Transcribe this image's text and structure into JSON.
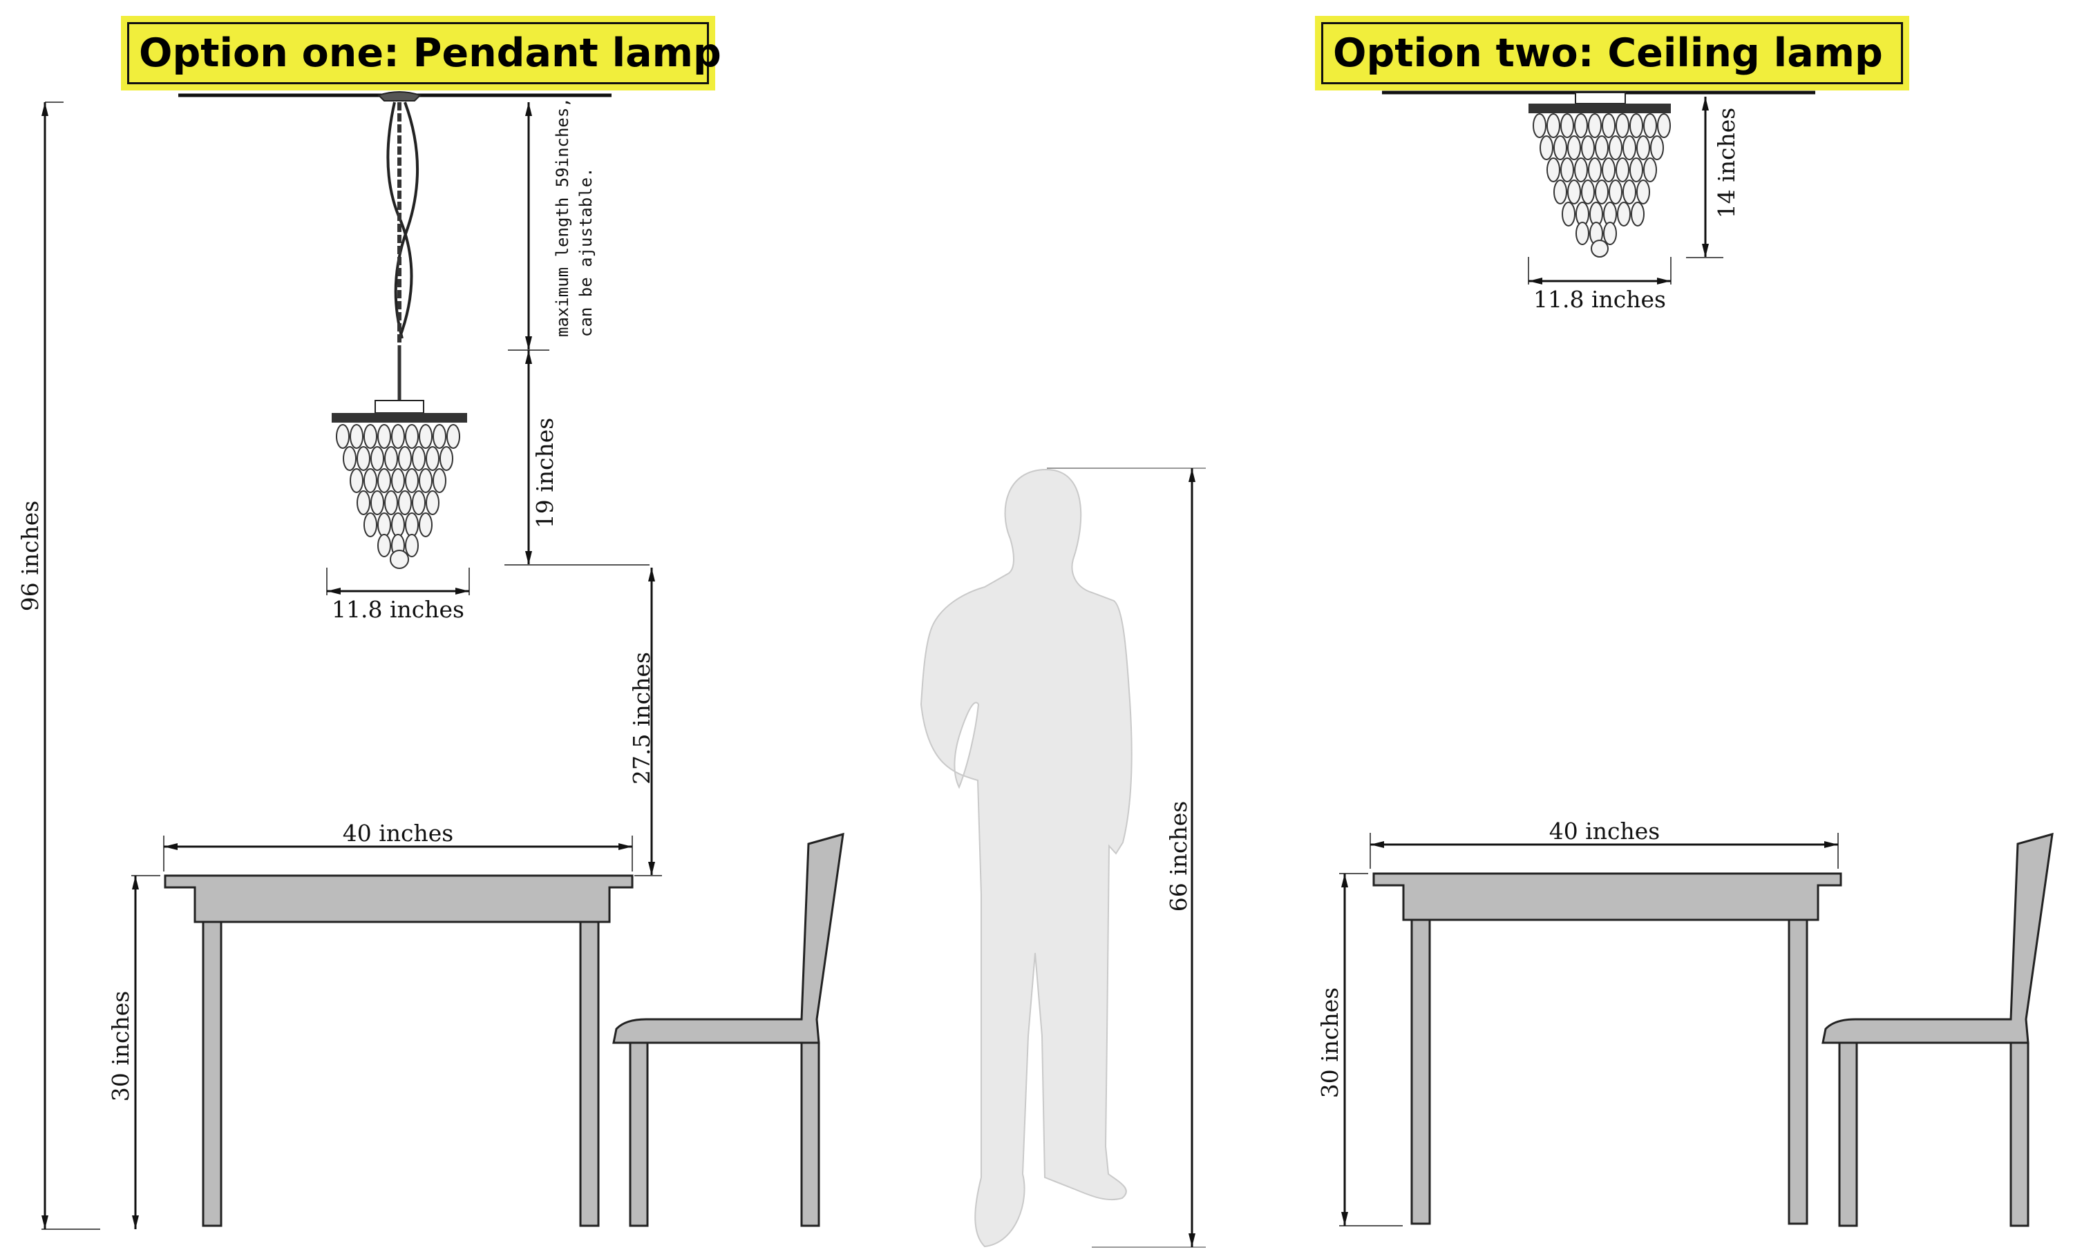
{
  "titles": {
    "option_one": "Option one: Pendant lamp",
    "option_two": "Option two: Ceiling lamp"
  },
  "colors": {
    "title_highlight": "#f1ee3c",
    "furniture_fill": "#bcbcbc",
    "person_fill": "#e9e9e9",
    "line": "#111111"
  },
  "option_one": {
    "room_height": "96 inches",
    "chain_note_line1": "maximum length 59inches,",
    "chain_note_line2": "can be ajustable.",
    "lamp_height": "19 inches",
    "lamp_width": "11.8 inches",
    "clearance_above_table": "27.5 inches",
    "table_width": "40 inches",
    "table_height": "30 inches"
  },
  "person": {
    "height": "66 inches"
  },
  "option_two": {
    "lamp_height": "14 inches",
    "lamp_width": "11.8 inches",
    "table_width": "40 inches",
    "table_height": "30 inches"
  }
}
